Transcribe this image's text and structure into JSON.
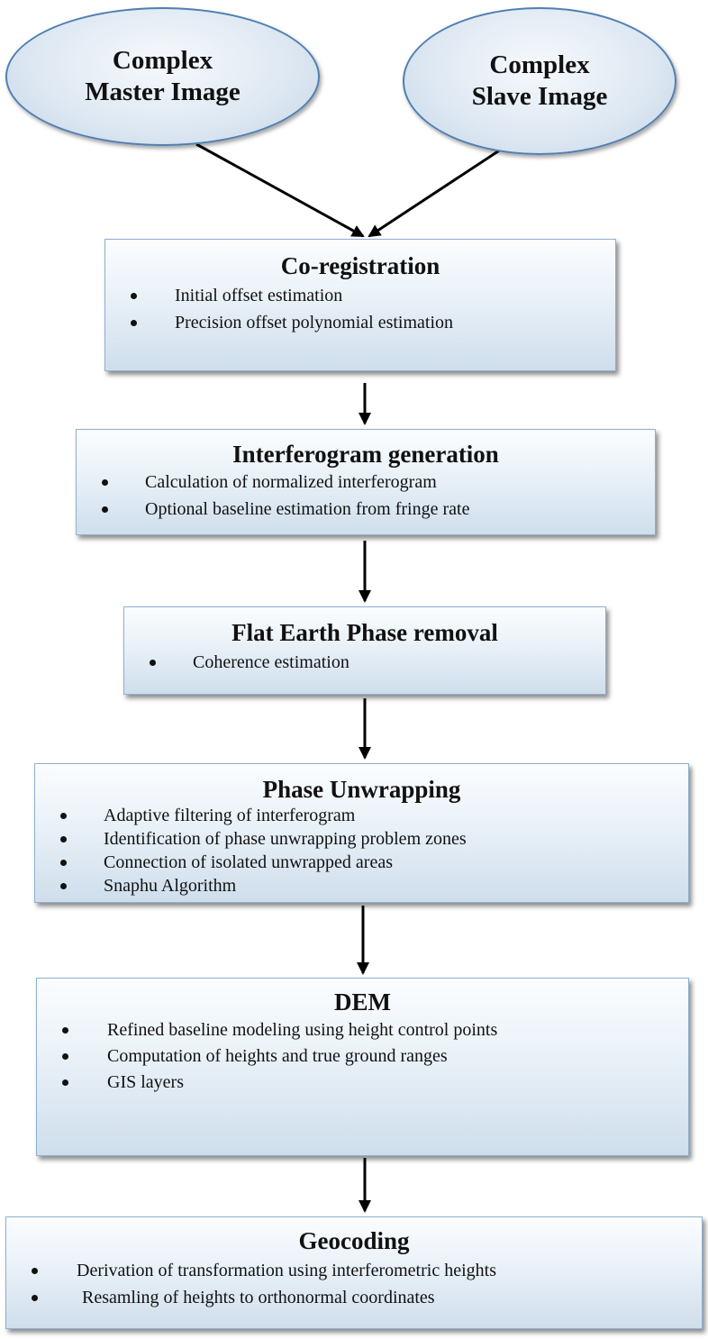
{
  "inputs": {
    "master": [
      "Complex",
      "Master Image"
    ],
    "slave": [
      "Complex",
      "Slave Image"
    ]
  },
  "steps": [
    {
      "title": "Co-registration",
      "items": [
        "Initial offset estimation",
        "Precision offset polynomial estimation"
      ]
    },
    {
      "title": "Interferogram generation",
      "items": [
        "Calculation of normalized interferogram",
        "Optional baseline estimation from fringe rate"
      ]
    },
    {
      "title": "Flat Earth Phase removal",
      "items": [
        "Coherence estimation"
      ]
    },
    {
      "title": "Phase Unwrapping",
      "items": [
        "Adaptive filtering of interferogram",
        "Identification of phase unwrapping problem zones",
        "Connection of isolated unwrapped areas",
        "Snaphu Algorithm"
      ]
    },
    {
      "title": "DEM",
      "items": [
        "Refined baseline modeling using height control points",
        "Computation of heights and true ground ranges",
        "GIS layers"
      ]
    },
    {
      "title": "Geocoding",
      "items": [
        "Derivation of transformation using interferometric heights",
        "Resamling of heights to orthonormal coordinates"
      ]
    }
  ]
}
